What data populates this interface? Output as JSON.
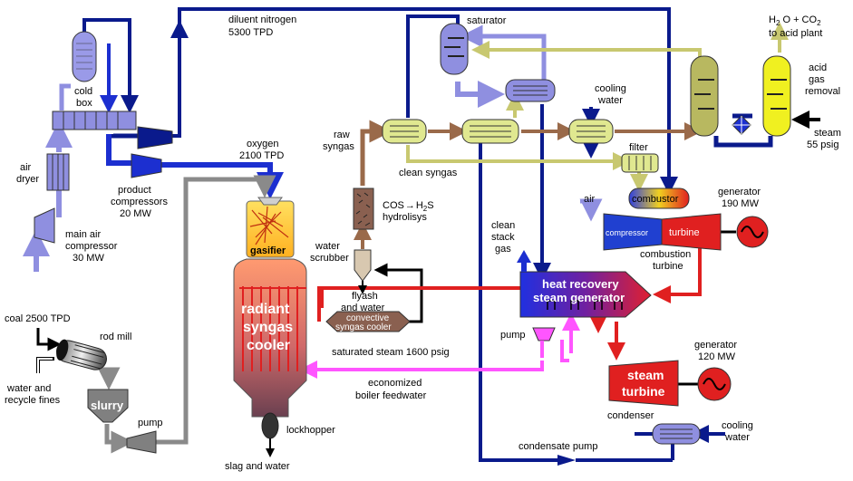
{
  "labels": {
    "diluent_nitrogen": "diluent nitrogen",
    "diluent_tpd": "5300 TPD",
    "cold_box": "cold",
    "cold_box2": "box",
    "air_dryer": "air",
    "air_dryer2": "dryer",
    "main_air_comp": "main air",
    "main_air_comp2": "compressor",
    "main_air_comp3": "30 MW",
    "product_comp": "product",
    "product_comp2": "compressors",
    "product_comp3": "20 MW",
    "oxygen": "oxygen",
    "oxygen_tpd": "2100 TPD",
    "gasifier": "gasifier",
    "radiant1": "radiant",
    "radiant2": "syngas",
    "radiant3": "cooler",
    "lockhopper": "lockhopper",
    "slag": "slag and water",
    "coal": "coal 2500 TPD",
    "rod_mill": "rod mill",
    "water_fines": "water and",
    "water_fines2": "recycle fines",
    "slurry": "slurry",
    "pump_left": "pump",
    "raw_syngas": "raw",
    "raw_syngas2": "syngas",
    "clean_syngas": "clean syngas",
    "cos1": "COS",
    "cos_arrow": "→",
    "cos2": "H",
    "cos_sub": "2",
    "cos3": "S",
    "hydrolisys": "hydrolisys",
    "water_scrubber": "water",
    "water_scrubber2": "scrubber",
    "flyash": "flyash",
    "flyash2": "and water",
    "convective": "convective",
    "convective2": "syngas cooler",
    "saturated_steam": "saturated steam 1600 psig",
    "economized": "economized",
    "economized2": "boiler feedwater",
    "saturator": "saturator",
    "cooling_water_top": "cooling",
    "cooling_water_top2": "water",
    "filter": "filter",
    "h2o_co2_a": "H",
    "h2o_co2_sub": "2",
    "h2o_co2_b": " O + CO",
    "h2o_co2_sub2": "2",
    "to_acid": "to acid plant",
    "acid_gas": "acid",
    "acid_gas2": "gas",
    "acid_gas3": "removal",
    "steam55": "steam",
    "steam55_2": "55 psig",
    "air": "air",
    "combustor": "combustor",
    "compressor": "compressor",
    "turbine": "turbine",
    "combustion_turbine": "combustion",
    "combustion_turbine2": "turbine",
    "generator190": "generator",
    "generator190_2": "190 MW",
    "clean_stack": "clean",
    "clean_stack2": "stack",
    "clean_stack3": "gas",
    "hrsg1": "heat recovery",
    "hrsg2": "steam generator",
    "pump_mid": "pump",
    "steam_turbine1": "steam",
    "steam_turbine2": "turbine",
    "generator120": "generator",
    "generator120_2": "120 MW",
    "condenser": "condenser",
    "cooling_water_bot": "cooling",
    "cooling_water_bot2": "water",
    "condensate_pump": "condensate pump"
  },
  "colors": {
    "air_stream": "#8f8fe0",
    "nitrogen_stream": "#0a1a8c",
    "oxygen_stream": "#1c2fd0",
    "steam_stream": "#e02020",
    "feedwater_stream": "#ff55ff",
    "syngas_raw": "#9a6a4a",
    "syngas_clean": "#c8c870",
    "slurry_stream": "#8a8a8a",
    "exchanger_fill": "#e0e890"
  }
}
